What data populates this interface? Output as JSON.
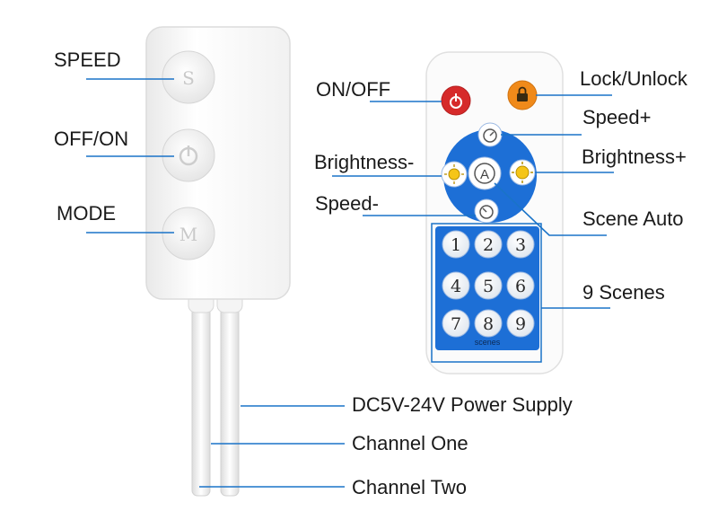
{
  "controller": {
    "buttons": [
      {
        "name": "speed",
        "label": "SPEED",
        "glyph": "S"
      },
      {
        "name": "off-on",
        "label": "OFF/ON",
        "glyph": "⏻"
      },
      {
        "name": "mode",
        "label": "MODE",
        "glyph": "M"
      }
    ]
  },
  "remote": {
    "labels": {
      "on_off": "ON/OFF",
      "lock_unlock": "Lock/Unlock",
      "speed_plus": "Speed+",
      "brightness_minus": "Brightness-",
      "brightness_plus": "Brightness+",
      "speed_minus": "Speed-",
      "scene_auto": "Scene Auto",
      "nine_scenes": "9 Scenes"
    },
    "auto_glyph": "A",
    "scene_buttons": [
      "1",
      "2",
      "3",
      "4",
      "5",
      "6",
      "7",
      "8",
      "9"
    ],
    "scenes_caption": "scenes"
  },
  "cables": {
    "power": "DC5V-24V Power Supply",
    "channel_one": "Channel One",
    "channel_two": "Channel Two"
  },
  "colors": {
    "leader_line": "#1a73c8",
    "remote_blue": "#1d6fd6",
    "power_red": "#d62a2a",
    "lock_orange": "#f08a1a",
    "brightness_yellow": "#f5c518"
  }
}
